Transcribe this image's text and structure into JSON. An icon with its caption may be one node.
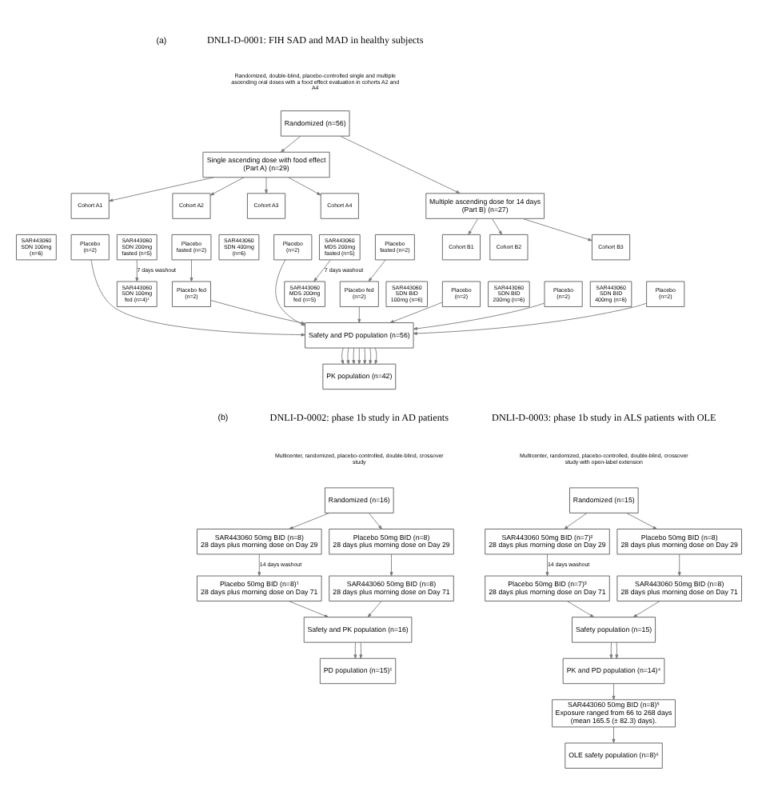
{
  "diagram": {
    "nodes": [
      {
        "text": [
          "Randomized (n=56)"
        ]
      },
      {
        "text": [
          "Single ascending dose with food effect (Part A) (n=29)"
        ]
      },
      {
        "text": [
          "Multiple ascending dose for 14 days (Part B) (n=27)"
        ]
      },
      {
        "text": [
          "Cohort A1"
        ]
      },
      {
        "text": [
          "SAR443060 SDN 100mg (n=6)"
        ]
      },
      {
        "text": [
          "Placebo (n=2)"
        ]
      },
      {
        "text": [
          "Cohort A2"
        ]
      },
      {
        "text": [
          "SAR443060 SDN 200mg fasted (n=5)"
        ]
      },
      {
        "text": [
          "Placebo fasted (n=2)"
        ]
      },
      {
        "text": [
          "SAR443060 SDN 100mg fed (n=4)¹"
        ]
      },
      {
        "text": [
          "Placebo fed (n=2)"
        ]
      },
      {
        "text": [
          "Cohort A3"
        ]
      },
      {
        "text": [
          "SAR443060 SDN 400mg (n=6)"
        ]
      },
      {
        "text": [
          "Placebo (n=2)"
        ]
      },
      {
        "text": [
          "Cohort A4"
        ]
      },
      {
        "text": [
          "SAR443060 MDS 200mg fasted (n=5)"
        ]
      },
      {
        "text": [
          "Placebo fasted (n=2)"
        ]
      },
      {
        "text": [
          "SAR443060 MDS 200mg fed (n=5)"
        ]
      },
      {
        "text": [
          "Placebo fed (n=2)"
        ]
      },
      {
        "text": [
          "Cohort B1"
        ]
      },
      {
        "text": [
          "SAR443060 SDN BID 100mg (n=6)"
        ]
      },
      {
        "text": [
          "Placebo (n=2)"
        ]
      },
      {
        "text": [
          "Cohort B2"
        ]
      },
      {
        "text": [
          "SAR443060 SDN BID 200mg (n=6)"
        ]
      },
      {
        "text": [
          "Placebo (n=2)"
        ]
      },
      {
        "text": [
          "Cohort B3"
        ]
      },
      {
        "text": [
          "SAR443060 SDN BID 400mg (n=6)"
        ]
      },
      {
        "text": [
          "Placebo (n=2)"
        ]
      },
      {
        "text": [
          "Safety and PD population (n=56)"
        ]
      },
      {
        "text": [
          "PK population (n=42)"
        ]
      },
      {
        "text": [
          "Randomized (n=16)"
        ]
      },
      {
        "text": [
          "SAR443060 50mg BID (n=8)",
          "28 days plus morning dose on Day 29"
        ]
      },
      {
        "text": [
          "Placebo 50mg BID (n=8)",
          "28 days plus morning dose on Day 29"
        ]
      },
      {
        "text": [
          "Placebo 50mg BID (n=8)¹",
          "28 days plus morning dose on Day 71"
        ]
      },
      {
        "text": [
          "SAR443060 50mg BID (n=8)",
          "28 days plus morning dose on Day 71"
        ]
      },
      {
        "text": [
          "Safety and PK population (n=16)"
        ]
      },
      {
        "text": [
          "PD population (n=15)¹"
        ]
      },
      {
        "text": [
          "Randomized (n=15)"
        ]
      },
      {
        "text": [
          "SAR443060 50mg BID (n=7)²",
          "28 days plus morning dose on Day 29"
        ]
      },
      {
        "text": [
          "Placebo 50mg BID (n=8)",
          "28 days plus morning dose on Day 29"
        ]
      },
      {
        "text": [
          "Placebo 50mg BID (n=7)³",
          "28 days plus morning dose on Day 71"
        ]
      },
      {
        "text": [
          "SAR443060 50mg BID (n=8)",
          "28 days plus morning dose on Day 71"
        ]
      },
      {
        "text": [
          "Safety population (n=15)"
        ]
      },
      {
        "text": [
          "PK and PD population (n=14)⁴"
        ]
      },
      {
        "text": [
          "SAR443060 50mg BID (n=8)⁵",
          "Exposure ranged from 66 to 268 days (mean 165.5 (± 82.3) days)."
        ]
      },
      {
        "text": [
          "OLE safety population (n=8)⁶"
        ]
      }
    ],
    "edges": [
      {
        "from": 0,
        "to": 1,
        "arrow": "to"
      },
      {
        "from": 0,
        "to": 2,
        "arrow": "to"
      },
      {
        "from": 1,
        "to": 3,
        "arrow": "to"
      },
      {
        "from": 1,
        "to": 6,
        "arrow": "to"
      },
      {
        "from": 1,
        "to": 11,
        "arrow": "to"
      },
      {
        "from": 1,
        "to": 14,
        "arrow": "to"
      },
      {
        "from": 2,
        "to": 19,
        "arrow": "to"
      },
      {
        "from": 2,
        "to": 22,
        "arrow": "to"
      },
      {
        "from": 2,
        "to": 25,
        "arrow": "to"
      },
      {
        "from": 7,
        "to": 9,
        "arrow": "to",
        "label": "7 days washout"
      },
      {
        "from": 8,
        "to": 10,
        "arrow": "to"
      },
      {
        "from": 15,
        "to": 17,
        "arrow": "to",
        "label": "7 days washout"
      },
      {
        "from": 16,
        "to": 18,
        "arrow": "to"
      },
      {
        "from": 5,
        "to": 28,
        "arrow": "to"
      },
      {
        "from": 10,
        "to": 28,
        "arrow": "to"
      },
      {
        "from": 13,
        "to": 28,
        "arrow": "to"
      },
      {
        "from": 18,
        "to": 28,
        "arrow": "to"
      },
      {
        "from": 21,
        "to": 28,
        "arrow": "to"
      },
      {
        "from": 24,
        "to": 28,
        "arrow": "to"
      },
      {
        "from": 27,
        "to": 28,
        "arrow": "to"
      },
      {
        "from": 28,
        "to": 29,
        "arrow": "to"
      },
      {
        "from": 28,
        "to": 29,
        "arrow": "to"
      },
      {
        "from": 28,
        "to": 29,
        "arrow": "to"
      },
      {
        "from": 28,
        "to": 29,
        "arrow": "to"
      },
      {
        "from": 28,
        "to": 29,
        "arrow": "to"
      },
      {
        "from": 28,
        "to": 29,
        "arrow": "to"
      },
      {
        "from": 28,
        "to": 29,
        "arrow": "to"
      },
      {
        "from": 30,
        "to": 31,
        "arrow": "to"
      },
      {
        "from": 30,
        "to": 32,
        "arrow": "to"
      },
      {
        "from": 31,
        "to": 33,
        "arrow": "to",
        "label": "14 days washout"
      },
      {
        "from": 32,
        "to": 34,
        "arrow": "to"
      },
      {
        "from": 33,
        "to": 35,
        "arrow": "to"
      },
      {
        "from": 34,
        "to": 35,
        "arrow": "to"
      },
      {
        "from": 35,
        "to": 36,
        "arrow": "to"
      },
      {
        "from": 35,
        "to": 36,
        "arrow": "to"
      },
      {
        "from": 37,
        "to": 38,
        "arrow": "to"
      },
      {
        "from": 37,
        "to": 39,
        "arrow": "to"
      },
      {
        "from": 38,
        "to": 40,
        "arrow": "to",
        "label": "14 days washout"
      },
      {
        "from": 39,
        "to": 41,
        "arrow": "to"
      },
      {
        "from": 40,
        "to": 42,
        "arrow": "to"
      },
      {
        "from": 41,
        "to": 42,
        "arrow": "to"
      },
      {
        "from": 42,
        "to": 43,
        "arrow": "to"
      },
      {
        "from": 42,
        "to": 43,
        "arrow": "to"
      },
      {
        "from": 43,
        "to": 44,
        "arrow": "to"
      },
      {
        "from": 44,
        "to": 45,
        "arrow": "to"
      }
    ],
    "labels": [
      "(a)",
      "DNLI-D-0001: FIH SAD and MAD in healthy subjects",
      "Randomized, double-blind, placebo-controlled single and multiple ascending oral doses with a food effect evaluation in cohorts A2 and A4",
      "(b)",
      "DNLI-D-0002: phase 1b study in AD patients",
      "Multicenter, randomized, placebo-controlled, double-blind, crossover study",
      "DNLI-D-0003: phase 1b study in ALS patients with OLE",
      "Multicenter, randomized, placebo-controlled, double-blind, crossover study with open-label extension"
    ]
  }
}
